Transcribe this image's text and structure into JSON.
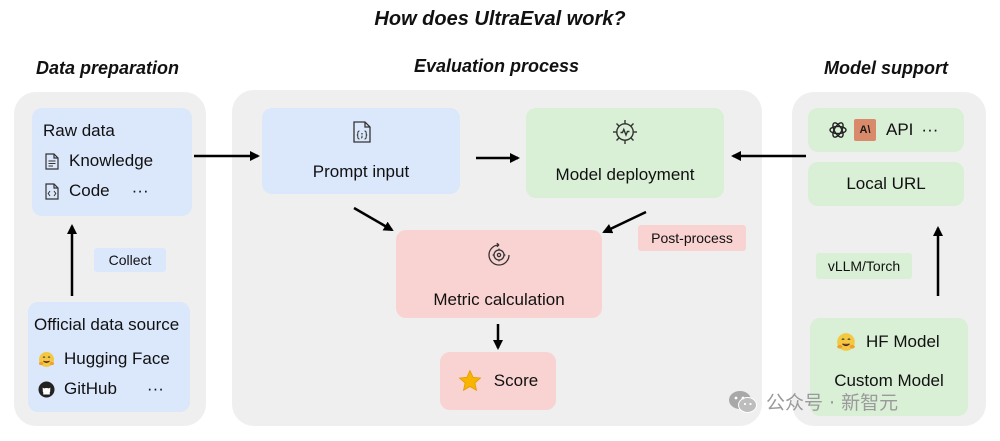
{
  "title": "How does UltraEval work?",
  "sections": {
    "data_prep": "Data preparation",
    "eval": "Evaluation process",
    "model_support": "Model support"
  },
  "raw_data": {
    "title": "Raw data",
    "items": [
      "Knowledge",
      "Code"
    ],
    "more": "···"
  },
  "collect_label": "Collect",
  "official_source": {
    "title": "Official data source",
    "items": [
      "Hugging Face",
      "GitHub"
    ],
    "more": "···"
  },
  "prompt_input": {
    "label": "Prompt input"
  },
  "model_deployment": {
    "label": "Model deployment"
  },
  "post_process": "Post-process",
  "metric": {
    "label": "Metric calculation"
  },
  "score": {
    "label": "Score"
  },
  "api_box": {
    "label": "API",
    "more": "···",
    "logo_text": "A\\"
  },
  "local_url": "Local URL",
  "vllm": "vLLM/Torch",
  "hf_box": {
    "hf_label": "HF Model",
    "custom_label": "Custom Model"
  },
  "watermark": "公众号 · 新智元",
  "colors": {
    "blue_box": "#dbe7fb",
    "green_box": "#d9efd6",
    "pink_box": "#f9d3d2",
    "panel": "#efefef"
  }
}
